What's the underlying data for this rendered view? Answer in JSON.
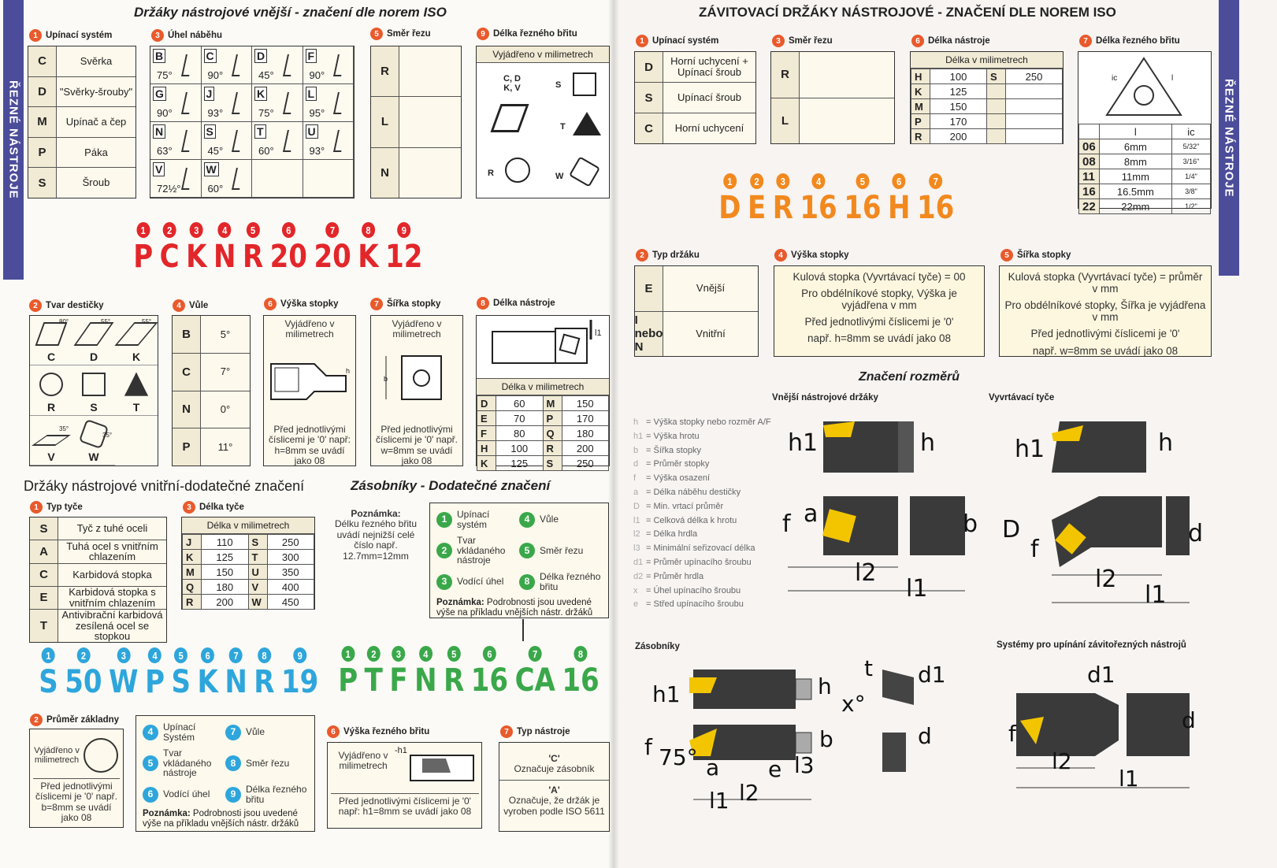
{
  "side_band": "ŘEZNÉ NÁSTROJE",
  "left": {
    "title": "Držáky nástrojové vnější - značení dle norem ISO",
    "s1": {
      "n": "1",
      "title": "Upínací systém",
      "rows": [
        {
          "k": "C",
          "v": "Svěrka"
        },
        {
          "k": "D",
          "v": "\"Svěrky-šrouby\""
        },
        {
          "k": "M",
          "v": "Upínač a čep"
        },
        {
          "k": "P",
          "v": "Páka"
        },
        {
          "k": "S",
          "v": "Šroub"
        }
      ]
    },
    "s3": {
      "n": "3",
      "title": "Úhel náběhu",
      "items": [
        {
          "k": "B",
          "a": "75°"
        },
        {
          "k": "C",
          "a": "90°"
        },
        {
          "k": "D",
          "a": "45°"
        },
        {
          "k": "F",
          "a": "90°"
        },
        {
          "k": "G",
          "a": "90°"
        },
        {
          "k": "J",
          "a": "93°"
        },
        {
          "k": "K",
          "a": "75°"
        },
        {
          "k": "L",
          "a": "95°"
        },
        {
          "k": "N",
          "a": "63°"
        },
        {
          "k": "S",
          "a": "45°"
        },
        {
          "k": "T",
          "a": "60°"
        },
        {
          "k": "U",
          "a": "93°"
        },
        {
          "k": "V",
          "a": "72½°"
        },
        {
          "k": "W",
          "a": "60°"
        }
      ]
    },
    "s5": {
      "n": "5",
      "title": "Směr řezu",
      "rows": [
        {
          "k": "R",
          "v": ""
        },
        {
          "k": "L",
          "v": ""
        },
        {
          "k": "N",
          "v": ""
        }
      ]
    },
    "s9": {
      "n": "9",
      "title": "Délka řezného břitu",
      "caption": "Vyjádřeno v milimetrech",
      "shapes": [
        "C, D K, V",
        "S",
        "T",
        "R",
        "W"
      ]
    },
    "code": [
      {
        "n": "1",
        "v": "P"
      },
      {
        "n": "2",
        "v": "C"
      },
      {
        "n": "3",
        "v": "K"
      },
      {
        "n": "4",
        "v": "N"
      },
      {
        "n": "5",
        "v": "R"
      },
      {
        "n": "6",
        "v": "20"
      },
      {
        "n": "7",
        "v": "20"
      },
      {
        "n": "8",
        "v": "K"
      },
      {
        "n": "9",
        "v": "12"
      }
    ],
    "s2": {
      "n": "2",
      "title": "Tvar destičky",
      "shapes": [
        "C",
        "D",
        "K",
        "R",
        "S",
        "T",
        "V",
        "W"
      ],
      "angles": [
        "80°",
        "55°",
        "55°",
        "35°",
        "35°"
      ]
    },
    "s4": {
      "n": "4",
      "title": "Vůle",
      "rows": [
        {
          "k": "B",
          "v": "5°"
        },
        {
          "k": "C",
          "v": "7°"
        },
        {
          "k": "N",
          "v": "0°"
        },
        {
          "k": "P",
          "v": "11°"
        }
      ]
    },
    "s6": {
      "n": "6",
      "title": "Výška stopky",
      "caption": "Vyjádřeno v milimetrech",
      "note": "Před jednotlivými číslicemi je '0' např: h=8mm se uvádí jako 08",
      "dim": "h"
    },
    "s7": {
      "n": "7",
      "title": "Šířka stopky",
      "caption": "Vyjádřeno v milimetrech",
      "note": "Před jednotlivými číslicemi je '0' např. w=8mm se uvádí jako 08",
      "dim": "b"
    },
    "s8": {
      "n": "8",
      "title": "Délka nástroje",
      "dim": "l1",
      "caption": "Délka v milimetrech",
      "rows": [
        [
          "D",
          "60",
          "M",
          "150"
        ],
        [
          "E",
          "70",
          "P",
          "170"
        ],
        [
          "F",
          "80",
          "Q",
          "180"
        ],
        [
          "H",
          "100",
          "R",
          "200"
        ],
        [
          "K",
          "125",
          "S",
          "250"
        ]
      ]
    },
    "inner_title": "Držáky nástrojové vnitřní-dodatečné značení",
    "mag_title": "Zásobníky - Dodatečné značení",
    "t1": {
      "n": "1",
      "title": "Typ tyče",
      "rows": [
        {
          "k": "S",
          "v": "Tyč z tuhé oceli"
        },
        {
          "k": "A",
          "v": "Tuhá ocel s vnitřním chlazením"
        },
        {
          "k": "C",
          "v": "Karbidová stopka"
        },
        {
          "k": "E",
          "v": "Karbidová stopka s vnitřním chlazením"
        },
        {
          "k": "T",
          "v": "Antivibrační karbidová zesílená ocel se stopkou"
        }
      ]
    },
    "t3": {
      "n": "3",
      "title": "Délka tyče",
      "caption": "Délka v milimetrech",
      "rows": [
        [
          "J",
          "110",
          "S",
          "250"
        ],
        [
          "K",
          "125",
          "T",
          "300"
        ],
        [
          "M",
          "150",
          "U",
          "350"
        ],
        [
          "Q",
          "180",
          "V",
          "400"
        ],
        [
          "R",
          "200",
          "W",
          "450"
        ]
      ]
    },
    "pozn": {
      "title": "Poznámka:",
      "text": "Délku řezného břitu uvádí nejnižší celé číslo např. 12.7mm=12mm"
    },
    "mag_legend": {
      "items": [
        {
          "n": "1",
          "t": "Upínací systém"
        },
        {
          "n": "4",
          "t": "Vůle"
        },
        {
          "n": "2",
          "t": "Tvar vkládaného nástroje"
        },
        {
          "n": "5",
          "t": "Směr řezu"
        },
        {
          "n": "3",
          "t": "Vodící úhel"
        },
        {
          "n": "8",
          "t": "Délka řezného břitu"
        }
      ],
      "note_b": "Poznámka:",
      "note": "Podrobnosti jsou uvedené výše na příkladu vnějších nástr. držáků"
    },
    "code_blue": [
      {
        "n": "1",
        "v": "S"
      },
      {
        "n": "2",
        "v": "50"
      },
      {
        "n": "3",
        "v": "W"
      },
      {
        "n": "4",
        "v": "P"
      },
      {
        "n": "5",
        "v": "S"
      },
      {
        "n": "6",
        "v": "K"
      },
      {
        "n": "7",
        "v": "N"
      },
      {
        "n": "8",
        "v": "R"
      },
      {
        "n": "9",
        "v": "19"
      }
    ],
    "code_green": [
      {
        "n": "1",
        "v": "P"
      },
      {
        "n": "2",
        "v": "T"
      },
      {
        "n": "3",
        "v": "F"
      },
      {
        "n": "4",
        "v": "N"
      },
      {
        "n": "5",
        "v": "R"
      },
      {
        "n": "6",
        "v": "16"
      },
      {
        "n": "7",
        "v": "CA"
      },
      {
        "n": "8",
        "v": "16"
      }
    ],
    "b2": {
      "n": "2",
      "title": "Průměr základny",
      "caption": "Vyjádřeno v milimetrech",
      "note": "Před jednotlivými číslicemi je '0' např. b=8mm se uvádí jako 08"
    },
    "in_legend": {
      "items": [
        {
          "n": "4",
          "t": "Upínací Systém"
        },
        {
          "n": "7",
          "t": "Vůle"
        },
        {
          "n": "5",
          "t": "Tvar vkládaného nástroje"
        },
        {
          "n": "8",
          "t": "Směr řezu"
        },
        {
          "n": "6",
          "t": "Vodící úhel"
        },
        {
          "n": "9",
          "t": "Délka řezného břitu"
        }
      ],
      "note_b": "Poznámka:",
      "note": "Podrobnosti jsou uvedené výše na příkladu vnějších nástr. držáků"
    },
    "b6": {
      "n": "6",
      "title": "Výška řezného břitu",
      "caption": "Vyjádřeno v milimetrech",
      "dim": "-h1",
      "note": "Před jednotlivými číslicemi je '0' např: h1=8mm se uvádí jako 08"
    },
    "b7": {
      "n": "7",
      "title": "Typ nástroje",
      "c_code": "'C'",
      "c_text": "Označuje zásobník",
      "a_code": "'A'",
      "a_text": "Označuje, že držák je vyroben podle ISO 5611"
    }
  },
  "right": {
    "title": "ZÁVITOVACÍ DRŽÁKY NÁSTROJOVÉ - ZNAČENÍ DLE NOREM ISO",
    "s1": {
      "n": "1",
      "title": "Upínací systém",
      "rows": [
        {
          "k": "D",
          "v": "Horní uchycení + Upínací šroub"
        },
        {
          "k": "S",
          "v": "Upínací šroub"
        },
        {
          "k": "C",
          "v": "Horní uchycení"
        }
      ]
    },
    "s3": {
      "n": "3",
      "title": "Směr řezu",
      "rows": [
        {
          "k": "R",
          "v": ""
        },
        {
          "k": "L",
          "v": ""
        }
      ]
    },
    "s6": {
      "n": "6",
      "title": "Délka nástroje",
      "caption": "Délka v milimetrech",
      "rows": [
        [
          "H",
          "100",
          "S",
          "250"
        ],
        [
          "K",
          "125",
          "",
          ""
        ],
        [
          "M",
          "150",
          "",
          ""
        ],
        [
          "P",
          "170",
          "",
          ""
        ],
        [
          "R",
          "200",
          "",
          ""
        ]
      ]
    },
    "s7": {
      "n": "7",
      "title": "Délka řezného břitu",
      "dim_ic": "ic",
      "dim_l": "l",
      "head": [
        "",
        "l",
        "ic"
      ],
      "rows": [
        [
          "06",
          "6mm",
          "5/32\""
        ],
        [
          "08",
          "8mm",
          "3/16\""
        ],
        [
          "11",
          "11mm",
          "1/4\""
        ],
        [
          "16",
          "16.5mm",
          "3/8\""
        ],
        [
          "22",
          "22mm",
          "1/2\""
        ]
      ]
    },
    "code": [
      {
        "n": "1",
        "v": "D"
      },
      {
        "n": "2",
        "v": "E"
      },
      {
        "n": "3",
        "v": "R"
      },
      {
        "n": "4",
        "v": "16"
      },
      {
        "n": "5",
        "v": "16"
      },
      {
        "n": "6",
        "v": "H"
      },
      {
        "n": "7",
        "v": "16"
      }
    ],
    "s2": {
      "n": "2",
      "title": "Typ držáku",
      "rows": [
        {
          "k": "E",
          "v": "Vnější"
        },
        {
          "k": "I nebo N",
          "v": "Vnitřní"
        }
      ]
    },
    "s4": {
      "n": "4",
      "title": "Výška stopky",
      "lines": [
        "Kulová stopka (Vyvrtávací tyče) = 00",
        "Pro obdélníkové stopky, Výška je vyjádřena v mm",
        "Před jednotlivými číslicemi je '0'",
        "např. h=8mm se uvádí jako 08"
      ]
    },
    "s5": {
      "n": "5",
      "title": "Šířka stopky",
      "lines": [
        "Kulová stopka (Vyvrtávací tyče) = průměr v mm",
        "Pro obdélníkové stopky, Šířka je vyjádřena v mm",
        "Před jednotlivými číslicemi je '0'",
        "např. w=8mm se uvádí jako 08"
      ]
    },
    "dims_title": "Značení rozměrů",
    "ext_title": "Vnější nástrojové držáky",
    "bore_title": "Vyvrtávací tyče",
    "legend": [
      {
        "s": "h",
        "t": "= Výška stopky nebo rozměr A/F"
      },
      {
        "s": "h1",
        "t": "= Výška hrotu"
      },
      {
        "s": "b",
        "t": "= Šířka stopky"
      },
      {
        "s": "d",
        "t": "= Průměr stopky"
      },
      {
        "s": "f",
        "t": "= Výška osazení"
      },
      {
        "s": "a",
        "t": "= Délka náběhu destičky"
      },
      {
        "s": "D",
        "t": "= Min. vrtací průměr"
      },
      {
        "s": "l1",
        "t": "= Celková délka k hrotu"
      },
      {
        "s": "l2",
        "t": "= Délka hrdla"
      },
      {
        "s": "l3",
        "t": "= Minimální seřizovací délka"
      },
      {
        "s": "d1",
        "t": "= Průměr upínacího šroubu"
      },
      {
        "s": "d2",
        "t": "= Průměr hrdla"
      },
      {
        "s": "x",
        "t": "= Úhel upínacího šroubu"
      },
      {
        "s": "e",
        "t": "= Střed upínacího šroubu"
      }
    ],
    "mag_title": "Zásobníky",
    "sys_title": "Systémy pro upínání závitořezných nástrojů",
    "labels": {
      "ext": [
        "h1",
        "h",
        "f",
        "a",
        "b",
        "l2",
        "l1"
      ],
      "bore": [
        "h1",
        "h",
        "D",
        "f",
        "d",
        "l2",
        "l1"
      ],
      "mag": [
        "h1",
        "h",
        "t",
        "x°",
        "d1",
        "f",
        "75°",
        "a",
        "b",
        "e",
        "l3",
        "d",
        "l2",
        "l1"
      ],
      "sys": [
        "d1",
        "f",
        "d",
        "l2",
        "l1"
      ]
    }
  },
  "colors": {
    "red": "#e2262a",
    "blue": "#2ea6dc",
    "green": "#3aa84a",
    "orange": "#f2891f",
    "band": "#4b4c9a",
    "badge": "#e95a2c"
  }
}
